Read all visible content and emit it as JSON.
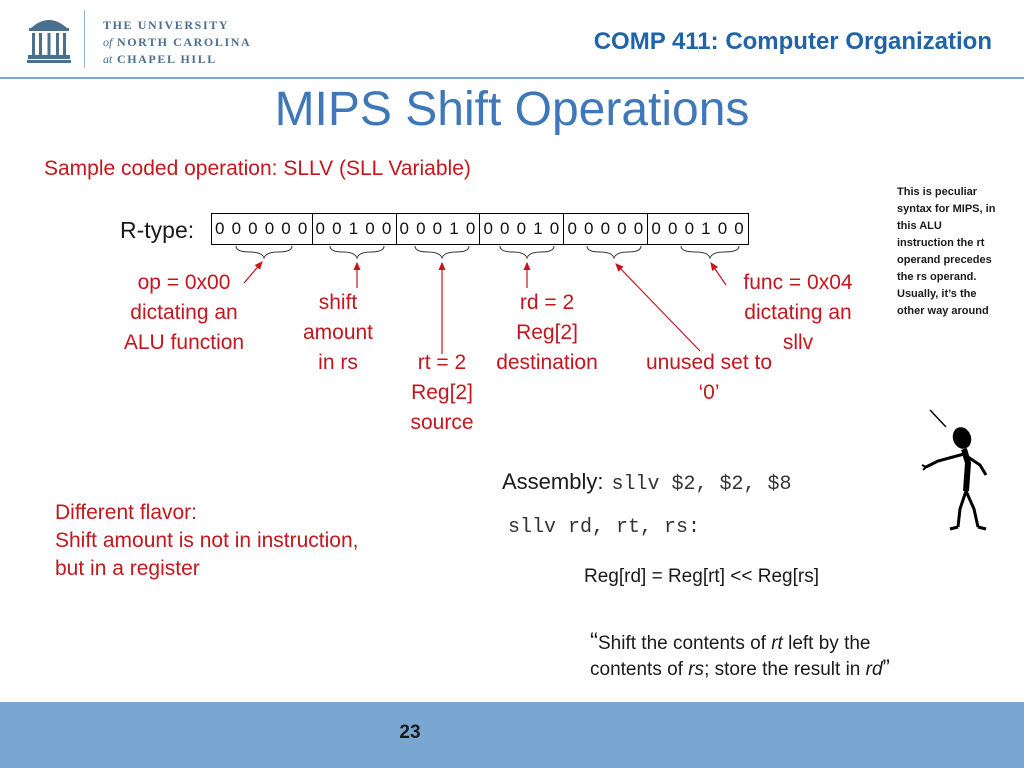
{
  "header": {
    "logo": {
      "line1": "THE UNIVERSITY",
      "line2_prefix": "of",
      "line2": "NORTH CAROLINA",
      "line3_prefix": "at",
      "line3": "CHAPEL HILL",
      "icon": "old-well-icon"
    },
    "course_title": "COMP 411: Computer Organization"
  },
  "slide": {
    "title": "MIPS Shift Operations",
    "sample_op": "Sample coded operation:  SLLV (SLL Variable)",
    "rtype_label": "R-type:",
    "fields": [
      "0 0 0 0 0 0",
      "0 0 1 0 0",
      "0 0 0 1 0",
      "0 0 0 1 0",
      "0 0 0 0 0",
      "0 0 0 1 0 0"
    ],
    "labels": {
      "op": [
        "op = 0x00",
        "dictating an",
        "ALU function"
      ],
      "shift": [
        "shift",
        "amount",
        "in rs"
      ],
      "rt": [
        "rt = 2",
        "Reg[2]",
        "source"
      ],
      "rd": [
        "rd = 2",
        "Reg[2]",
        "destination"
      ],
      "unused": [
        "unused set to",
        "‘0’"
      ],
      "func": [
        "func = 0x04",
        "dictating an",
        "sllv"
      ]
    },
    "side_note": "This is peculiar syntax for MIPS, in this ALU instruction the rt operand precedes the rs operand. Usually, it’s the other way around",
    "different_flavor": [
      "Different flavor:",
      "Shift amount is not in instruction,",
      "but in a register"
    ],
    "assembly_label": "Assembly:",
    "assembly_code": "sllv $2, $2, $8",
    "assembly_generic": "sllv rd, rt, rs:",
    "formula": "Reg[rd]  =  Reg[rt] << Reg[rs]",
    "quote": {
      "open": "“",
      "p1": "Shift the contents of ",
      "rt": "rt",
      "p2": " left by the contents of ",
      "rs": "rs",
      "p3": "; store the result in ",
      "rd": "rd",
      "close": "”"
    },
    "figure_icon": "pointing-stick-figure-icon"
  },
  "footer": {
    "page_number": "23"
  },
  "colors": {
    "accent_blue": "#1f63a8",
    "title_blue": "#3f78b8",
    "footer_blue": "#7aa7d1",
    "red": "#c4161c"
  }
}
